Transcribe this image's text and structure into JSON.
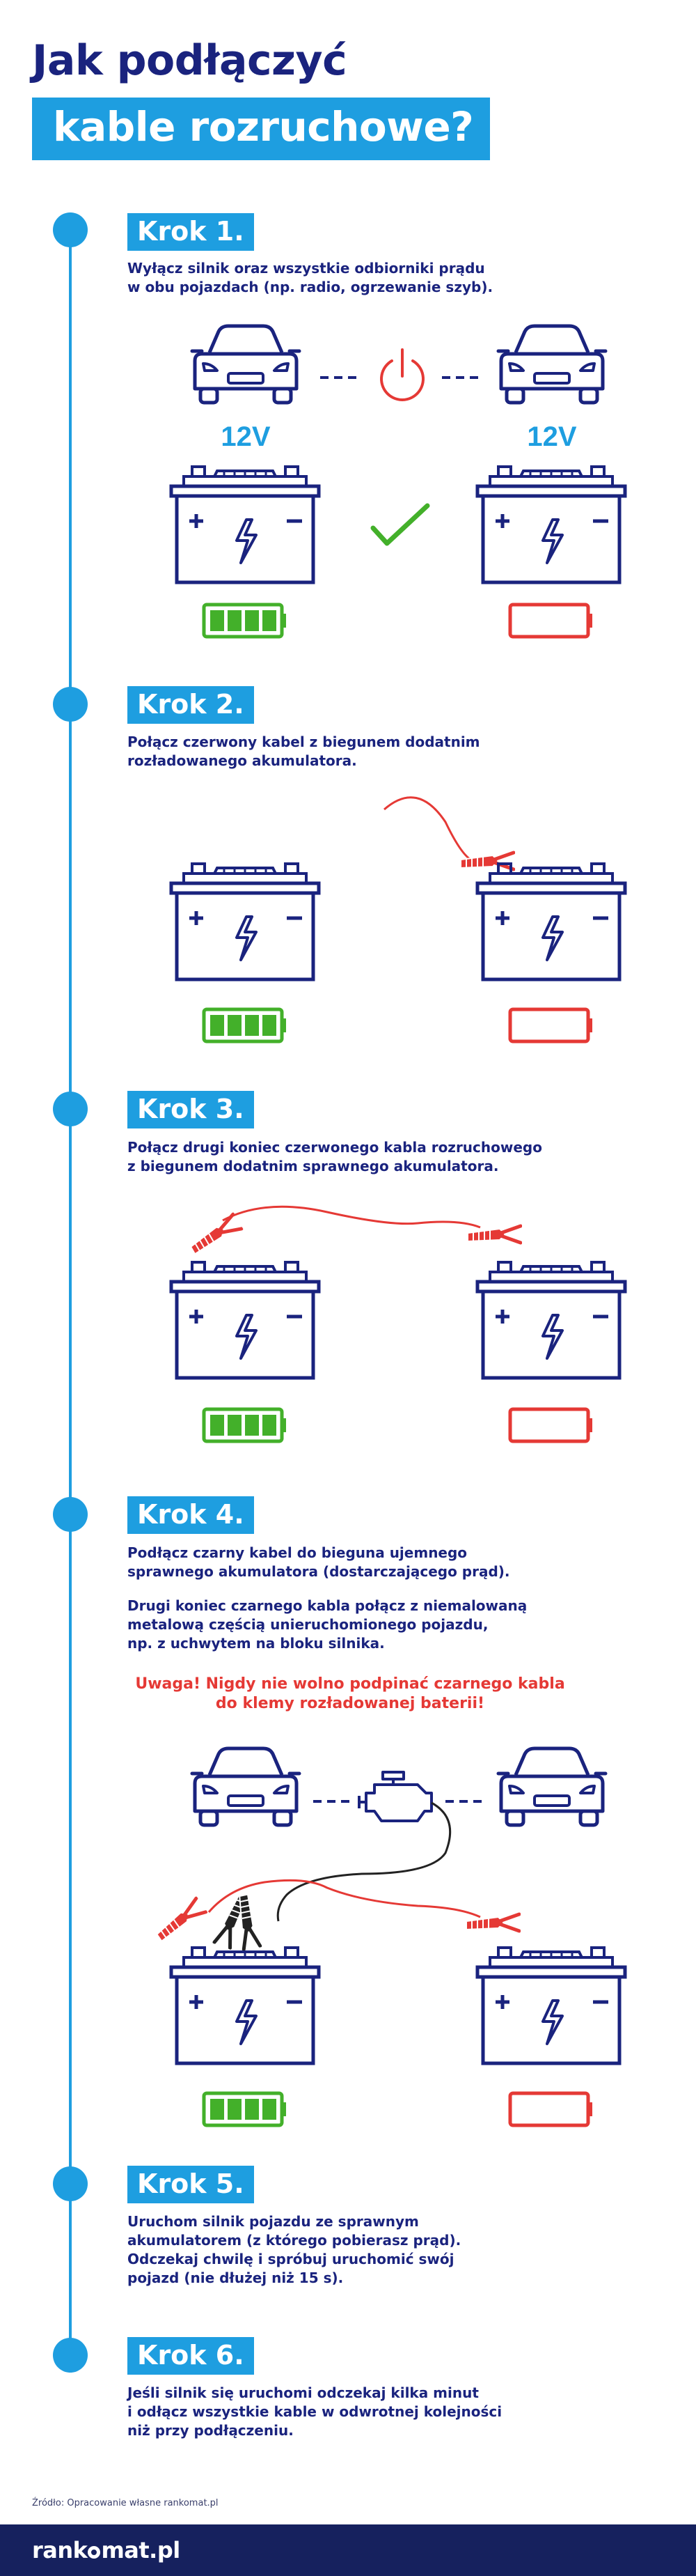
{
  "title": {
    "line1": "Jak podłączyć",
    "line2": "kable rozruchowe?"
  },
  "steps": [
    {
      "label": "Krok 1.",
      "text": [
        "Wyłącz silnik oraz wszystkie odbiorniki prądu",
        "w obu pojazdach (np. radio, ogrzewanie szyb)."
      ]
    },
    {
      "label": "Krok 2.",
      "text": [
        "Połącz czerwony kabel z biegunem dodatnim",
        "rozładowanego akumulatora."
      ]
    },
    {
      "label": "Krok 3.",
      "text": [
        "Połącz drugi koniec czerwonego kabla rozruchowego",
        "z biegunem dodatnim sprawnego akumulatora."
      ]
    },
    {
      "label": "Krok 4.",
      "paragraph1": [
        "Podłącz czarny kabel do bieguna ujemnego",
        "sprawnego akumulatora (dostarczającego prąd)."
      ],
      "paragraph2": [
        "Drugi koniec czarnego kabla połącz z niemalowaną",
        "metalową częścią unieruchomionego pojazdu,",
        "np. z uchwytem na bloku silnika."
      ],
      "warning": [
        "Uwaga! Nigdy nie wolno podpinać czarnego kabla",
        "do klemy rozładowanej baterii!"
      ]
    },
    {
      "label": "Krok 5.",
      "text": [
        "Uruchom silnik pojazdu ze sprawnym",
        "akumulatorem (z którego pobierasz prąd).",
        "Odczekaj chwilę i spróbuj uruchomić swój",
        "pojazd (nie dłużej niż 15 s)."
      ]
    },
    {
      "label": "Krok 6.",
      "text": [
        "Jeśli silnik się uruchomi odczekaj kilka minut",
        "i odłącz wszystkie kable w odwrotnej kolejności",
        "niż przy podłączeniu."
      ]
    }
  ],
  "voltage_left": "12V",
  "voltage_right": "12V",
  "battery_charge": {
    "charged": 1.0,
    "discharged": 0.0
  },
  "colors": {
    "navy": "#1a237e",
    "accent_blue": "#1e9ee0",
    "red": "#e53935",
    "green": "#43b02a",
    "footer": "#16215e"
  },
  "icons": [
    "car-icon",
    "power-icon",
    "battery-icon",
    "check-icon",
    "battery-level-icon",
    "clamp-icon",
    "engine-icon"
  ],
  "source": "Źródło: Opracowanie własne rankomat.pl",
  "footer": {
    "logo_prefix": "rank",
    "logo_suffix": "mat.pl"
  }
}
